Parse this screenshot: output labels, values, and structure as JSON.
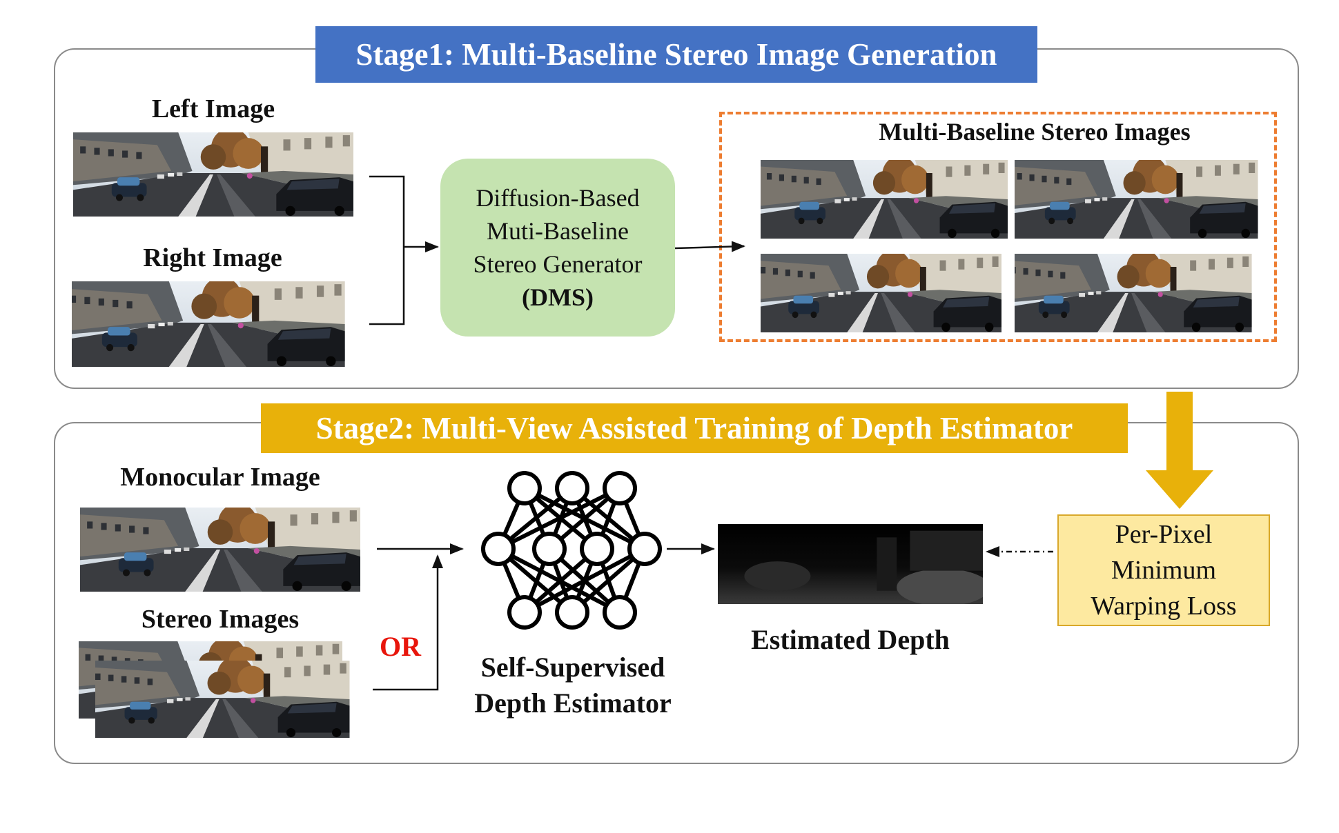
{
  "stage1": {
    "title": "Stage1: Multi-Baseline Stereo Image Generation",
    "left_image_label": "Left Image",
    "right_image_label": "Right Image",
    "generator": {
      "line1": "Diffusion-Based",
      "line2": "Muti-Baseline",
      "line3": "Stereo Generator",
      "line4": "(DMS)"
    },
    "multi_baseline_label": "Multi-Baseline Stereo Images"
  },
  "stage2": {
    "title": "Stage2: Multi-View Assisted Training of Depth Estimator",
    "monocular_label": "Monocular Image",
    "stereo_label": "Stereo Images",
    "or_label": "OR",
    "estimator_line1": "Self-Supervised",
    "estimator_line2": "Depth Estimator",
    "depth_label": "Estimated Depth",
    "loss": {
      "line1": "Per-Pixel",
      "line2": "Minimum",
      "line3": "Warping Loss"
    }
  },
  "colors": {
    "stage1_banner": "#4472c4",
    "stage2_banner": "#e8b10a",
    "generator_fill": "#c5e3b0",
    "dashed_border": "#ed7d31",
    "loss_fill": "#fde9a0",
    "loss_border": "#d9a82a",
    "or_text": "#e8160c"
  }
}
